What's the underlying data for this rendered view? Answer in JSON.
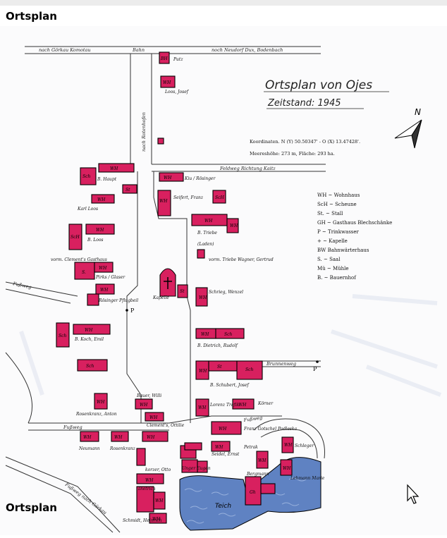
{
  "page": {
    "title": "Ortsplan",
    "bottom_title": "Ortsplan"
  },
  "map": {
    "title": "Ortsplan von Ojes",
    "subtitle": "Zeitstand: 1945",
    "coordinates": "Koordinaten. N (Y) 50.50347' - O (X) 13.47428'.",
    "elevation": "Meereshöhe: 273 m, Fläche: 293 ha.",
    "north": "N",
    "roads": {
      "top_left": "nach Görkau Komotau",
      "top_bahn": "Bahn",
      "top_right": "noch Neudorf Dux, Bodenbach",
      "vertical": "nach Rotenhofen",
      "feldweg": "Feldweg Richtung Kaitz",
      "fussweg_left": "Fußweg",
      "brunnenweg": "Brunnenweg",
      "fussweg_left2": "Fußweg",
      "fussweg_right": "Fußweg",
      "bottom": "Fußweg nach Görkau",
      "teich": "Teich"
    },
    "legend": [
      "WH ~ Wohnhaus",
      "ScH ~ Scheune",
      "St. ~ Stall",
      "GH ~ Gasthaus Blechschänke",
      "P ~ Trinkwasser",
      "+ ~ Kapelle",
      "BW Bahnwärterhaus",
      "S. ~ Saal",
      "Mü ~ Mühle",
      "B. ~ Bauernhof"
    ],
    "names": {
      "putz": "Putz",
      "loos_josef": "Loos, Josef",
      "kiu": "Kiu / Rösinger",
      "b_haupt": "B. Haupt",
      "seifert": "Seifert, Franz",
      "karl_loos": "Karl Loos",
      "b_loos": "B. Loos",
      "b_triebe": "B. Triebe",
      "laden": "(Laden)",
      "clements": "vorm. Clement's Gasthaus",
      "pirks": "Pirks / Glaser",
      "triebe_wagner": "vorm. Triebe Wagner, Gertrud",
      "kapelle": "Kapelle",
      "rosinger": "Rösinger Pflugbeil",
      "schrieg": "Schrieg, Wenzel",
      "b_koch": "B. Koch, Emil",
      "b_dietrich": "B. Dietrich, Rudolf",
      "b_schubert": "B. Schubert, Josef",
      "bauer": "Bauer, Willi",
      "rosenkranz_anton": "Rosenkranz, Anton",
      "clements_ottilie": "Clement's, Ottilie",
      "lorenz": "Lorenz Trafik",
      "korner": "Körner",
      "neumann": "Neumann",
      "rosenkranz": "Rosenkranz",
      "gotschel": "Franz Gotschel Podlaska",
      "petrak": "Petrak",
      "schleger": "Schleger",
      "korzer_otto": "korzer, Otto",
      "dietrich": "Dietrich",
      "schmidt": "Schmidt, Heinrich",
      "unger": "Unger Eugen",
      "seidel": "Seidel, Ernst",
      "lehmann": "Lehmann Marie",
      "bergmann": "Bergmann"
    }
  }
}
